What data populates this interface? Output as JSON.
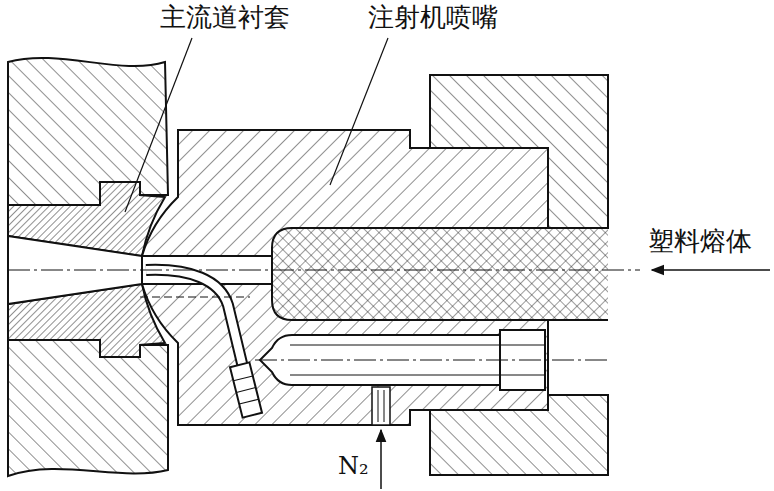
{
  "diagram": {
    "labels": [
      "主流道衬套",
      "注射机喷嘴",
      "塑料熔体",
      "N₂"
    ]
  }
}
